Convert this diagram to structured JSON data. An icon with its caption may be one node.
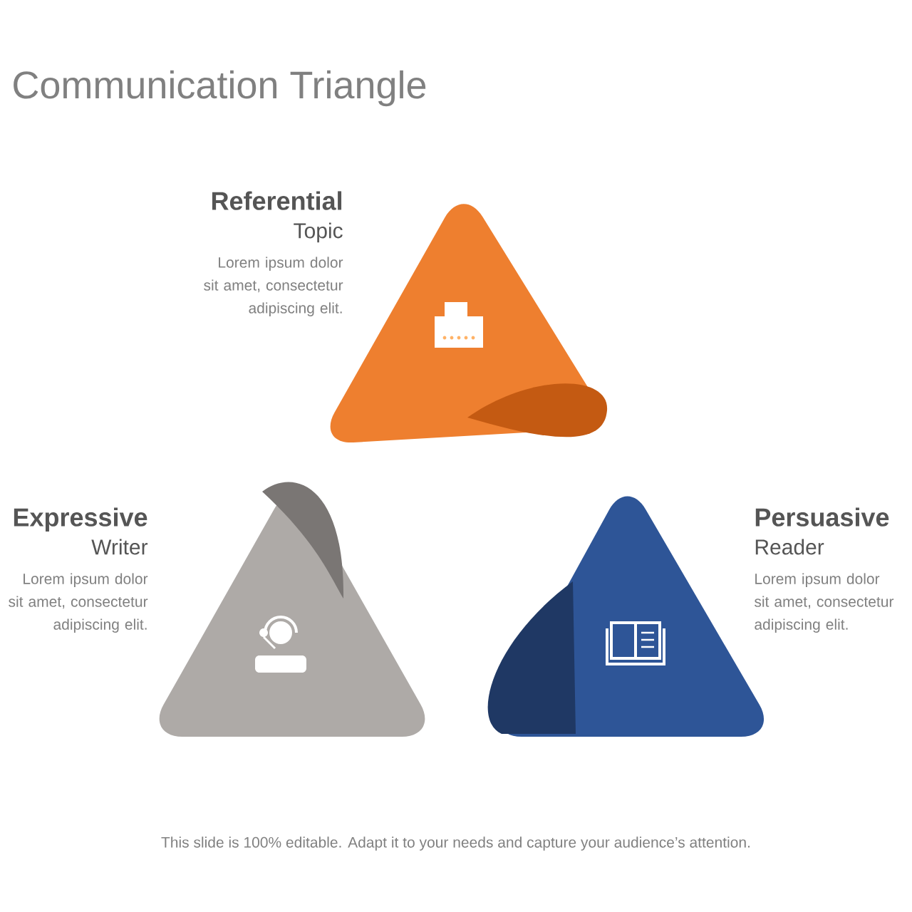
{
  "diagram": {
    "title": "Communication Triangle",
    "nodes": [
      {
        "text": [
          "Referential",
          "Topic",
          "Lorem ipsum dolor sit amet, consectetur adipiscing elit."
        ]
      },
      {
        "text": [
          "Expressive",
          "Writer",
          "Lorem ipsum dolor sit amet, consectetur adipiscing elit."
        ]
      },
      {
        "text": [
          "Persuasive",
          "Reader",
          "Lorem ipsum dolor sit amet, consectetur adipiscing elit."
        ]
      }
    ],
    "labels": [
      "This slide is 100% editable. Adapt it to your needs and capture your audience’s attention."
    ]
  }
}
